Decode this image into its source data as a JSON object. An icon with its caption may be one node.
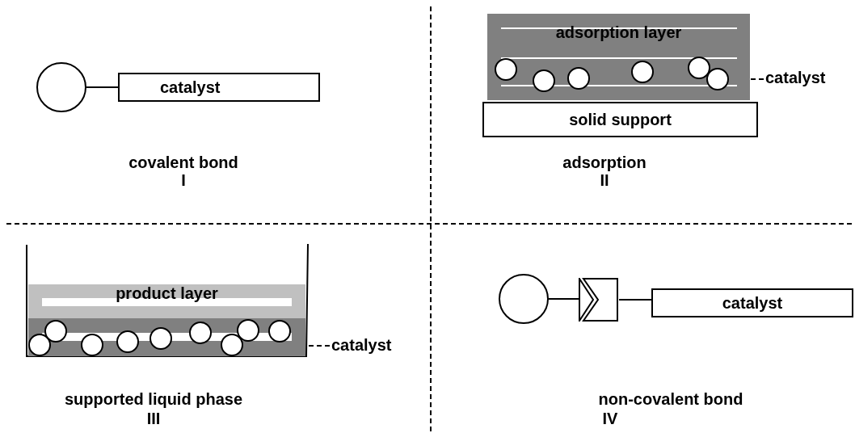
{
  "diagram": {
    "nodes": [
      {
        "text": [],
        "shape": "circle"
      },
      {
        "text": [
          "catalyst"
        ]
      },
      {
        "text": [
          "adsorption layer"
        ]
      },
      {
        "text": [],
        "shape": "circle",
        "in": 2
      },
      {
        "text": [],
        "shape": "circle",
        "in": 2
      },
      {
        "text": [],
        "shape": "circle",
        "in": 2
      },
      {
        "text": [],
        "shape": "circle",
        "in": 2
      },
      {
        "text": [],
        "shape": "circle",
        "in": 2
      },
      {
        "text": [],
        "shape": "circle",
        "in": 2
      },
      {
        "text": [
          "solid support"
        ]
      },
      {
        "text": [
          "catalyst"
        ]
      },
      {
        "text": [
          "product layer"
        ]
      },
      {
        "text": [],
        "shape": "bar"
      },
      {
        "text": [],
        "shape": "circle",
        "in": 12
      },
      {
        "text": [],
        "shape": "circle",
        "in": 12
      },
      {
        "text": [],
        "shape": "circle",
        "in": 12
      },
      {
        "text": [],
        "shape": "circle",
        "in": 12
      },
      {
        "text": [],
        "shape": "circle",
        "in": 12
      },
      {
        "text": [],
        "shape": "circle",
        "in": 12
      },
      {
        "text": [],
        "shape": "circle",
        "in": 12
      },
      {
        "text": [],
        "shape": "circle",
        "in": 12
      },
      {
        "text": [],
        "shape": "circle",
        "in": 12
      },
      {
        "text": [
          "catalyst"
        ]
      },
      {
        "text": [],
        "shape": "circle"
      },
      {
        "text": [],
        "shape": "chevron"
      },
      {
        "text": [
          "catalyst"
        ]
      }
    ],
    "edges": [
      {
        "from": 0,
        "to": 1,
        "arrow": "none"
      },
      {
        "from": 10,
        "to": 8,
        "arrow": "none",
        "style": "dashed"
      },
      {
        "from": 22,
        "to": 12,
        "arrow": "none",
        "style": "dashed"
      },
      {
        "from": 23,
        "to": 24,
        "arrow": "none"
      },
      {
        "from": 24,
        "to": 25,
        "arrow": "none"
      }
    ],
    "labels": [
      "covalent bond",
      "I",
      "adsorption",
      "II",
      "supported liquid phase",
      "III",
      "non-covalent bond",
      "IV"
    ]
  }
}
